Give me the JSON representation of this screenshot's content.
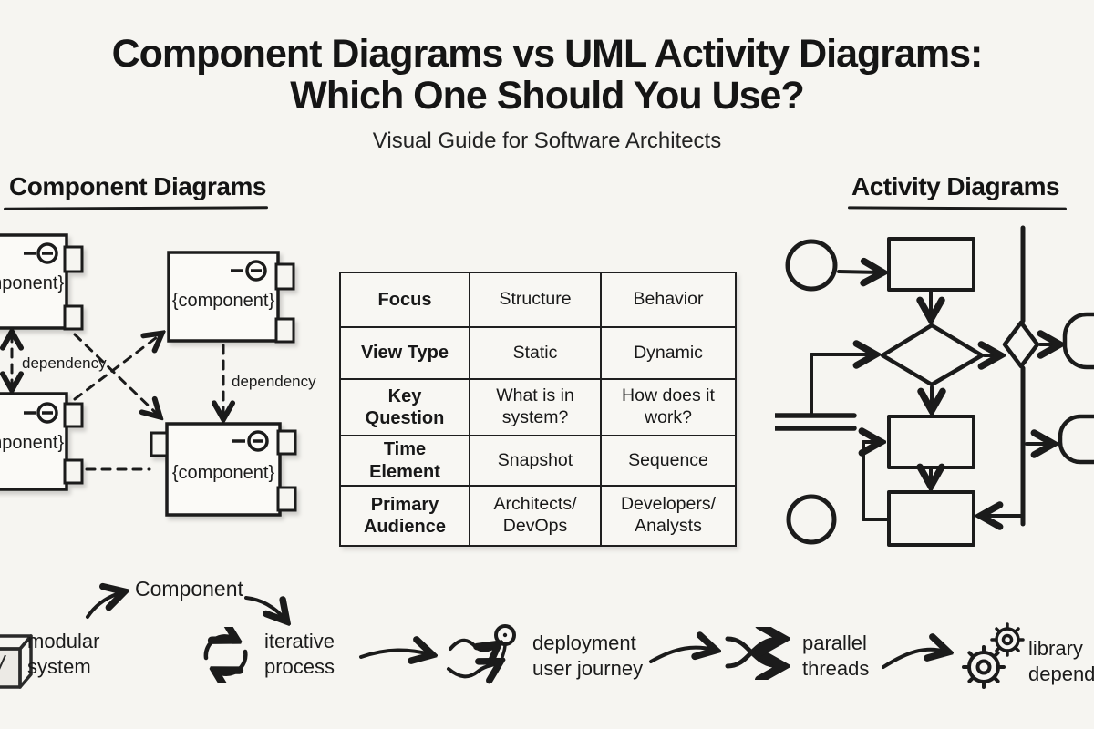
{
  "colors": {
    "background": "#f6f5f1",
    "ink": "#1b1b1b"
  },
  "title": {
    "line1": "Component Diagrams vs UML Activity Diagrams:",
    "line2": "Which One Should You Use?",
    "subtitle": "Visual Guide for Software Architects"
  },
  "left_section": {
    "heading": "Component Diagrams",
    "component_label": "{component}",
    "dependency_label": "dependency",
    "port_icon": "provided-interface-icon"
  },
  "comparison_table": {
    "rows": [
      {
        "label": "Focus",
        "component": "Structure",
        "activity": "Behavior"
      },
      {
        "label": "View Type",
        "component": "Static",
        "activity": "Dynamic"
      },
      {
        "label": "Key Question",
        "component": "What is in\nsystem?",
        "activity": "How does it\nwork?"
      },
      {
        "label": "Time Element",
        "component": "Snapshot",
        "activity": "Sequence"
      },
      {
        "label": "Primary\nAudience",
        "component": "Architects/\nDevOps",
        "activity": "Developers/\nAnalysts"
      }
    ]
  },
  "right_section": {
    "heading": "Activity Diagrams"
  },
  "flow": {
    "callout": "Component",
    "items": [
      {
        "icon": "cube-icon",
        "label": "modular\nsystem"
      },
      {
        "icon": "cycle-icon",
        "label": "iterative\nprocess"
      },
      {
        "icon": "journey-path-icon",
        "label": "deployment\nuser journey"
      },
      {
        "icon": "parallel-arrows-icon",
        "label": "parallel\nthreads"
      },
      {
        "icon": "gears-icon",
        "label": "library\ndependency"
      }
    ]
  }
}
